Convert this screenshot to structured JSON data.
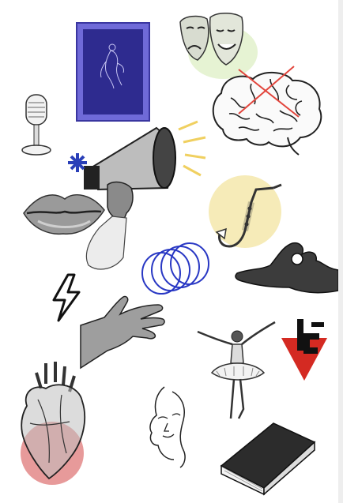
{
  "canvas": {
    "background": "#ffffff",
    "stickers": [
      {
        "name": "framed-figure-poster",
        "icon": "framed-figure-icon",
        "colors": [
          "#4a46b8",
          "#6f6ad8",
          "#2e2b8f"
        ]
      },
      {
        "name": "theatre-masks",
        "icon": "theatre-masks-icon",
        "colors": [
          "#e6f3d3"
        ]
      },
      {
        "name": "vintage-microphone",
        "icon": "microphone-icon"
      },
      {
        "name": "crossed-out-brain",
        "icon": "brain-icon",
        "colors": [
          "#e2453c"
        ]
      },
      {
        "name": "megaphone-in-hand",
        "icon": "megaphone-icon",
        "colors": [
          "#f0d060",
          "#2a3fb8"
        ]
      },
      {
        "name": "lips",
        "icon": "lips-icon"
      },
      {
        "name": "saxophone",
        "icon": "saxophone-icon",
        "colors": [
          "#f6ebb8"
        ]
      },
      {
        "name": "blue-rings",
        "icon": "rings-icon",
        "colors": [
          "#2938c4"
        ]
      },
      {
        "name": "ok-hand-gesture",
        "icon": "ok-hand-icon"
      },
      {
        "name": "lightning-bolt",
        "icon": "lightning-icon"
      },
      {
        "name": "open-palm-hand",
        "icon": "open-hand-icon"
      },
      {
        "name": "ballerina",
        "icon": "ballerina-icon"
      },
      {
        "name": "red-triangle-logo",
        "icon": "triangle-logo-icon",
        "colors": [
          "#d42a22"
        ]
      },
      {
        "name": "anatomical-heart",
        "icon": "heart-icon",
        "colors": [
          "#e79a9a"
        ]
      },
      {
        "name": "line-art-faces",
        "icon": "line-faces-icon"
      },
      {
        "name": "closed-book",
        "icon": "book-icon"
      }
    ]
  }
}
